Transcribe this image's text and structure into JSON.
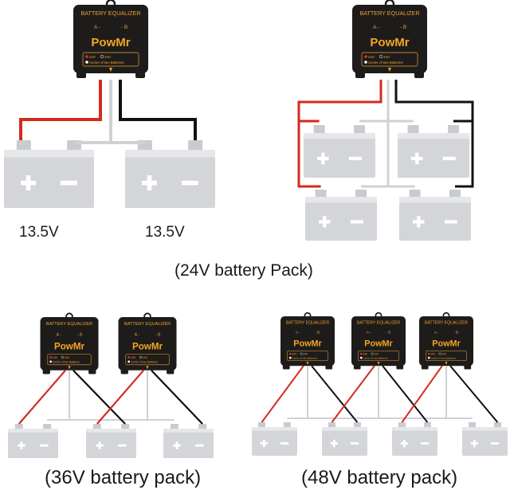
{
  "colors": {
    "battery": "#d3d5d9",
    "battery_top": "#e6e7ea",
    "terminal": "#c9cbcf",
    "bus_wire": "#cfd1d4",
    "positive_wire": "#d42a1e",
    "negative_wire": "#111111",
    "module_body": "#1e1c1b",
    "module_text": "#f0a030",
    "logo": "#f5a623"
  },
  "module": {
    "title": "BATTERY EQUALIZER",
    "terminal_a": "A -",
    "terminal_b": "- B",
    "brand": "PowMr",
    "option_1": "24V",
    "option_2": "24V",
    "option_3": "Center of two Batteries"
  },
  "battery_symbols": {
    "plus": "+",
    "minus": "−"
  },
  "diagrams": [
    {
      "id": "24v-two-batteries",
      "batteries": 2,
      "modules": 1,
      "voltage_labels": [
        "13.5V",
        "13.5V"
      ]
    },
    {
      "id": "24v-four-batteries",
      "batteries": 4,
      "modules": 1
    },
    {
      "id": "36v",
      "batteries": 3,
      "modules": 2,
      "caption": "(36V battery pack)"
    },
    {
      "id": "48v",
      "batteries": 4,
      "modules": 3,
      "caption": "(48V battery pack)"
    }
  ],
  "captions": {
    "pack_24v": "(24V battery Pack)",
    "pack_36v": "(36V battery pack)",
    "pack_48v": "(48V battery pack)"
  }
}
